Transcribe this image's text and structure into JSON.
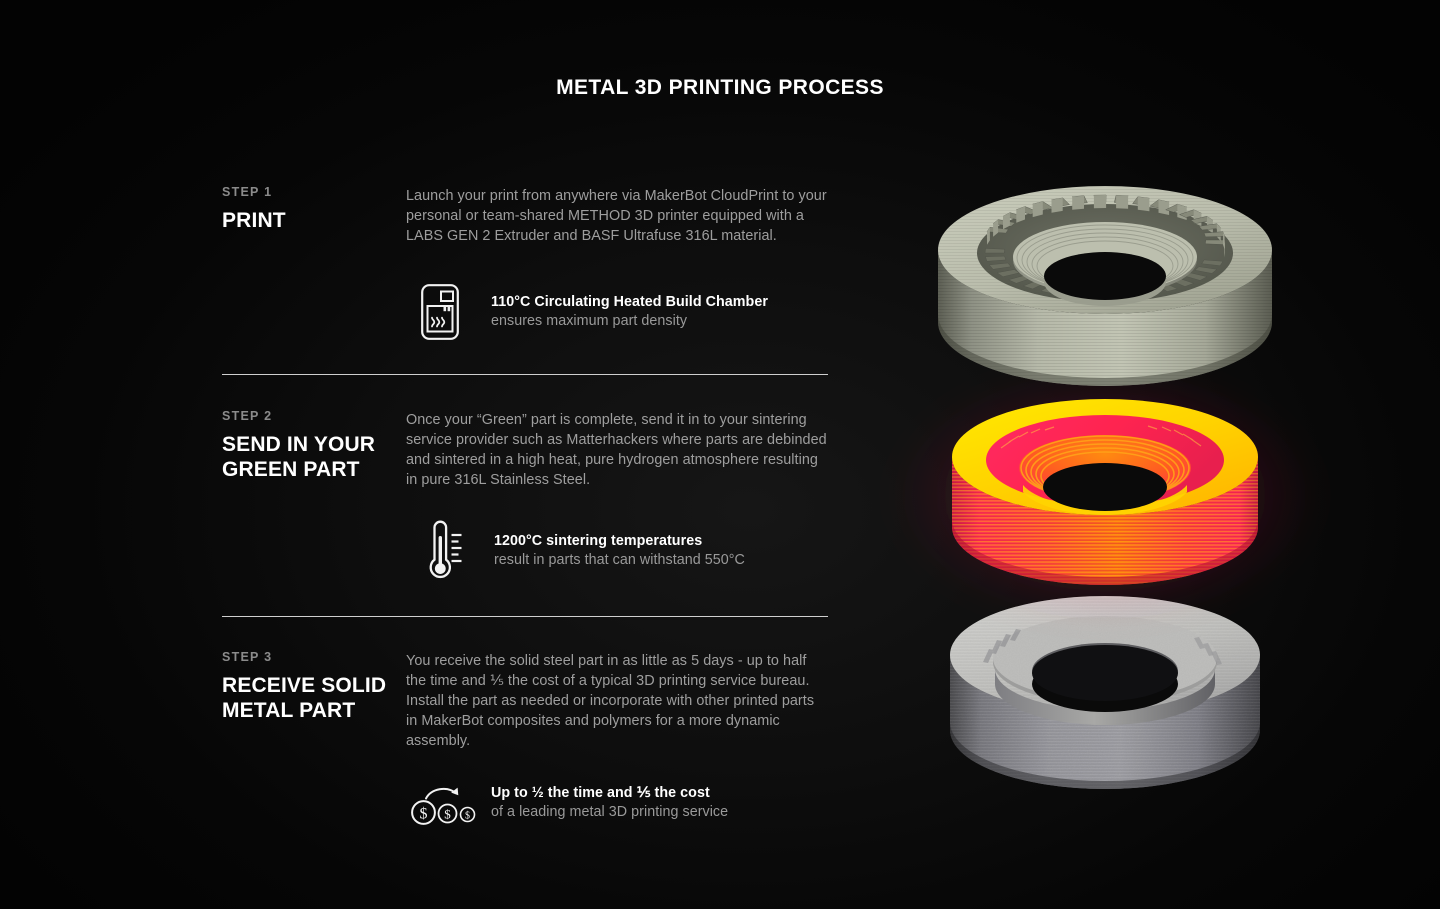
{
  "page": {
    "title": "METAL 3D PRINTING PROCESS",
    "background_color": "#050505",
    "accent_hot": "#ff2d55",
    "accent_glow": "#ffe600",
    "text_primary": "#ffffff",
    "text_secondary": "#9e9e9e",
    "text_kicker": "#8b8b8b"
  },
  "steps": [
    {
      "kicker": "STEP 1",
      "title": "PRINT",
      "description": "Launch your print from anywhere via MakerBot CloudPrint to your personal or team-shared METHOD 3D printer equipped with a LABS GEN 2 Extruder and BASF Ultrafuse 316L material.",
      "highlight": {
        "icon": "heated-build-chamber-icon",
        "title": "110°C Circulating Heated Build Chamber",
        "subtitle": "ensures maximum part density"
      }
    },
    {
      "kicker": "STEP 2",
      "title": "SEND IN YOUR GREEN PART",
      "description": "Once your “Green” part is complete, send it in to your sintering service provider such as Matterhackers where parts are debinded and sintered in a high heat, pure hydrogen atmosphere resulting in pure 316L Stainless Steel.",
      "highlight": {
        "icon": "thermometer-icon",
        "title": "1200°C sintering temperatures",
        "subtitle": "result in parts that can withstand 550°C"
      }
    },
    {
      "kicker": "STEP 3",
      "title": "RECEIVE SOLID METAL PART",
      "description": "You receive the solid steel part in as little as 5 days - up to half the time and ⅕ the cost of a typical 3D printing service bureau. Install the part as needed or incorporate with other printed parts in MakerBot composites and polymers for a more dynamic assembly.",
      "highlight": {
        "icon": "cost-savings-icon",
        "title": "Up to ½ the time and ⅕ the cost",
        "subtitle": "of a leading metal 3D printing service"
      }
    }
  ],
  "illustration": {
    "name": "exploded-bearing-ring-stack",
    "parts": [
      {
        "name": "green-printed-part",
        "label": "printed green part",
        "color": "#b3b5a6"
      },
      {
        "name": "sintering-glow-part",
        "label": "part during sintering",
        "color": "#ff2d55"
      },
      {
        "name": "finished-steel-part",
        "label": "finished 316L stainless steel part",
        "color": "#b9b9b5"
      }
    ]
  }
}
